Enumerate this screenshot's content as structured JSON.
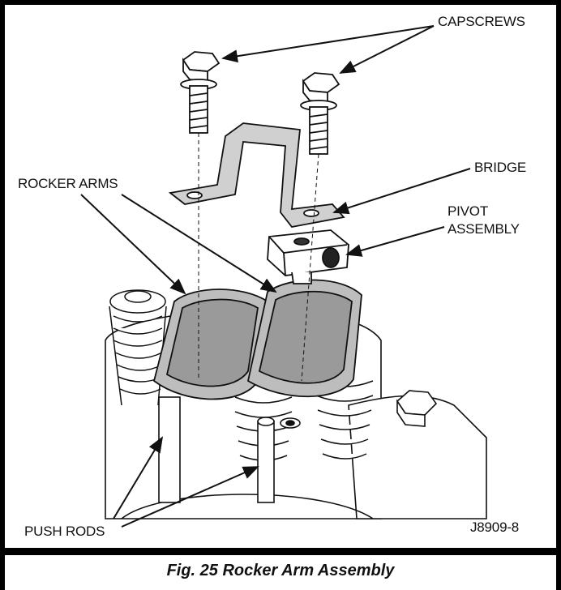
{
  "labels": {
    "capscrews": "CAPSCREWS",
    "bridge": "BRIDGE",
    "pivot_line1": "PIVOT",
    "pivot_line2": "ASSEMBLY",
    "rocker_arms": "ROCKER ARMS",
    "push_rods": "PUSH RODS",
    "figure_code": "J8909-8"
  },
  "caption": "Fig. 25 Rocker Arm Assembly"
}
